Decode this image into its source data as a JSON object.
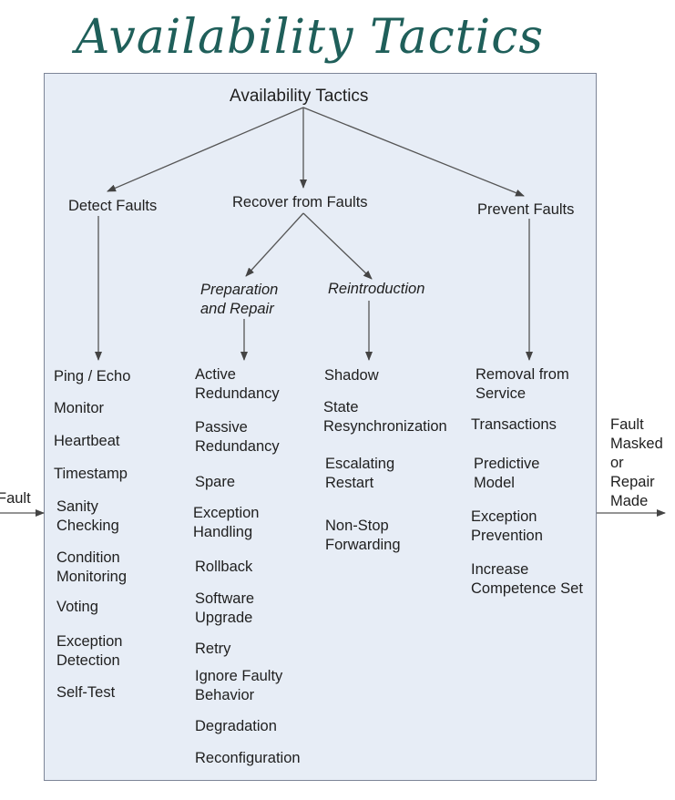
{
  "heading": "Availability Tactics",
  "diagram": {
    "root": "Availability Tactics",
    "input_label": "Fault",
    "output_label": "Fault\nMasked\nor\nRepair\nMade",
    "detect": {
      "label": "Detect Faults",
      "tactics": [
        "Ping / Echo",
        "Monitor",
        "Heartbeat",
        "Timestamp",
        "Sanity\nChecking",
        "Condition\nMonitoring",
        "Voting",
        "Exception\nDetection",
        "Self-Test"
      ]
    },
    "recover": {
      "label": "Recover from Faults",
      "preparation": {
        "label": "Preparation\nand Repair",
        "tactics": [
          "Active\nRedundancy",
          "Passive\nRedundancy",
          "Spare",
          "Exception\nHandling",
          "Rollback",
          "Software\nUpgrade",
          "Retry",
          "Ignore Faulty\nBehavior",
          "Degradation",
          "Reconfiguration"
        ]
      },
      "reintroduction": {
        "label": "Reintroduction",
        "tactics": [
          "Shadow",
          "State\nResynchronization",
          "Escalating\nRestart",
          "Non-Stop\nForwarding"
        ]
      }
    },
    "prevent": {
      "label": "Prevent Faults",
      "tactics": [
        "Removal from\nService",
        "Transactions",
        "Predictive\nModel",
        "Exception\nPrevention",
        "Increase\nCompetence Set"
      ]
    }
  },
  "colors": {
    "heading": "#1f5f5a",
    "box_fill": "#e7edf6",
    "lines": "#555555"
  }
}
